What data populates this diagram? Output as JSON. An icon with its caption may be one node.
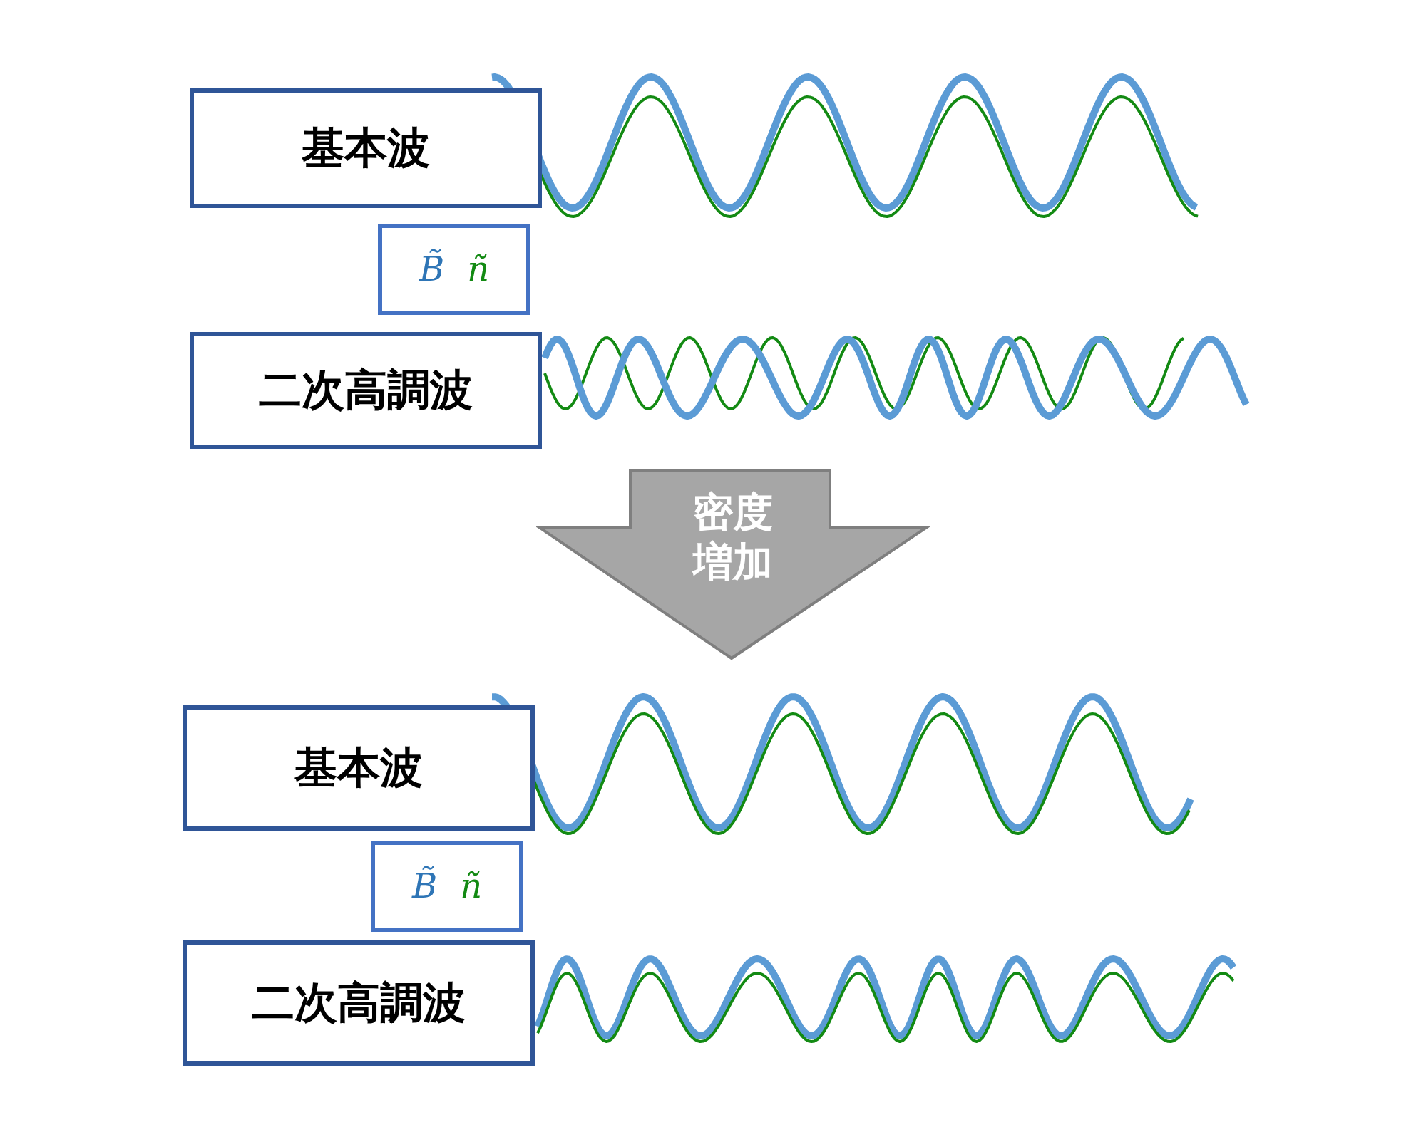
{
  "diagram": {
    "nodes": [
      {
        "text": [
          "基本波"
        ]
      },
      {
        "text": [
          "B̃",
          "ñ"
        ]
      },
      {
        "text": [
          "二次高調波"
        ]
      },
      {
        "text": [
          "密度増加"
        ]
      },
      {
        "text": [
          "基本波"
        ]
      },
      {
        "text": [
          "B̃",
          "ñ"
        ]
      },
      {
        "text": [
          "二次高調波"
        ]
      }
    ]
  }
}
